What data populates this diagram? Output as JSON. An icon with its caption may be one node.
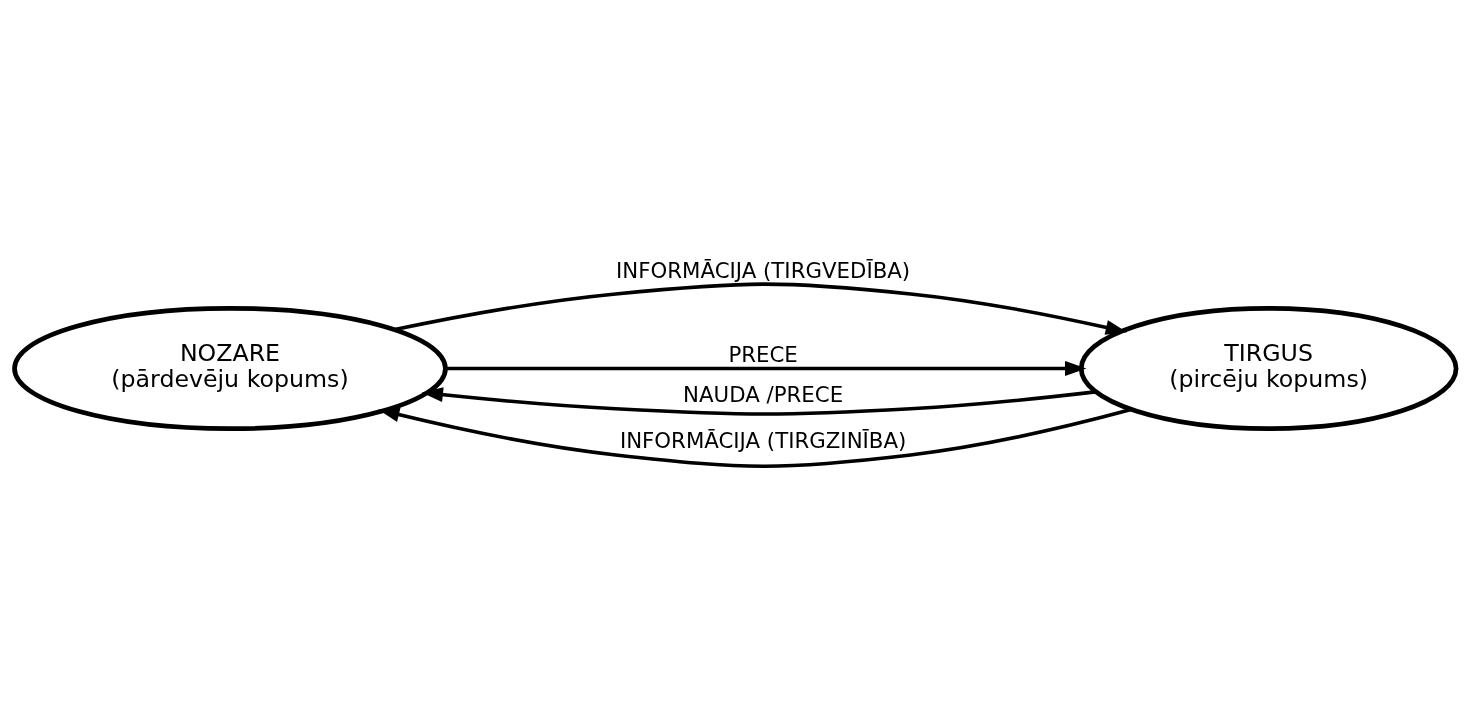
{
  "diagram": {
    "nodes": [
      {
        "text": [
          "NOZARE",
          "(pārdevēju kopums)"
        ]
      },
      {
        "text": [
          "TIRGUS",
          "(pircēju kopums)"
        ]
      }
    ],
    "edges": [
      {
        "from": 0,
        "to": 1,
        "arrow": "to",
        "label": "INFORMĀCIJA (TIRGVEDĪBA)"
      },
      {
        "from": 0,
        "to": 1,
        "arrow": "to",
        "label": "PRECE"
      },
      {
        "from": 1,
        "to": 0,
        "arrow": "to",
        "label": "NAUDA /PRECE"
      },
      {
        "from": 1,
        "to": 0,
        "arrow": "to",
        "label": "INFORMĀCIJA (TIRGZINĪBA)"
      }
    ]
  }
}
